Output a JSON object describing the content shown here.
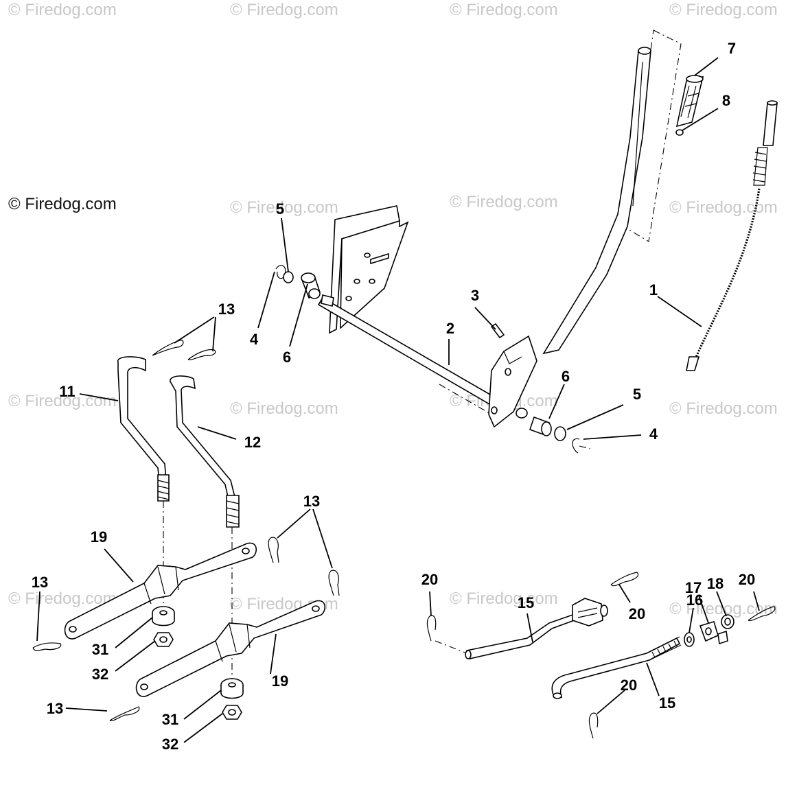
{
  "copyright": "© Firedog.com",
  "watermark": "© Firedog.com",
  "labels": {
    "l1": "1",
    "l2": "2",
    "l3": "3",
    "l4a": "4",
    "l4b": "4",
    "l5a": "5",
    "l5b": "5",
    "l6a": "6",
    "l6b": "6",
    "l7": "7",
    "l8": "8",
    "l11": "11",
    "l12": "12",
    "l13a": "13",
    "l13b": "13",
    "l13c": "13",
    "l13d": "13",
    "l15a": "15",
    "l15b": "15",
    "l16": "16",
    "l17": "17",
    "l18": "18",
    "l19a": "19",
    "l19b": "19",
    "l20a": "20",
    "l20b": "20",
    "l20c": "20",
    "l20d": "20",
    "l31a": "31",
    "l31b": "31",
    "l32a": "32",
    "l32b": "32"
  }
}
